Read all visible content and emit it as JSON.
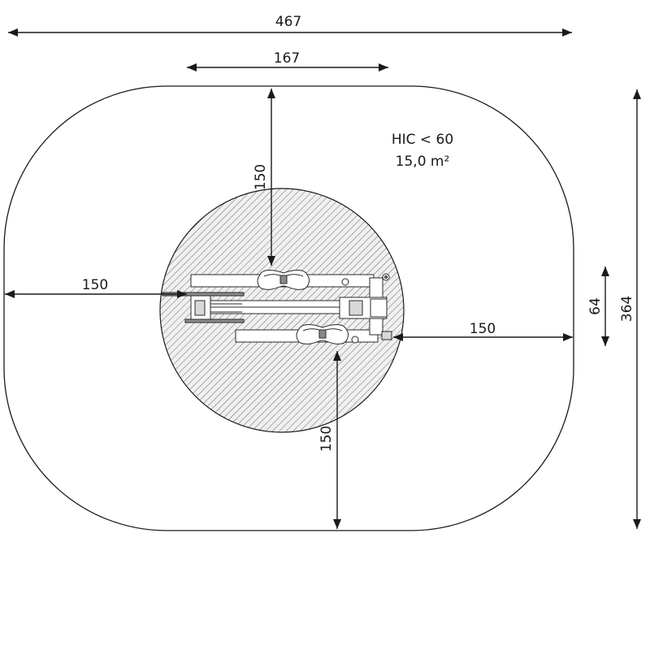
{
  "diagram": {
    "notes": {
      "hic": "HIC < 60",
      "area": "15,0 m²"
    },
    "dimensions": {
      "overall_width": "467",
      "equipment_width": "167",
      "overall_height": "364",
      "equipment_height": "64",
      "clearance_top": "150",
      "clearance_left": "150",
      "clearance_right": "150",
      "clearance_bottom": "150"
    }
  }
}
